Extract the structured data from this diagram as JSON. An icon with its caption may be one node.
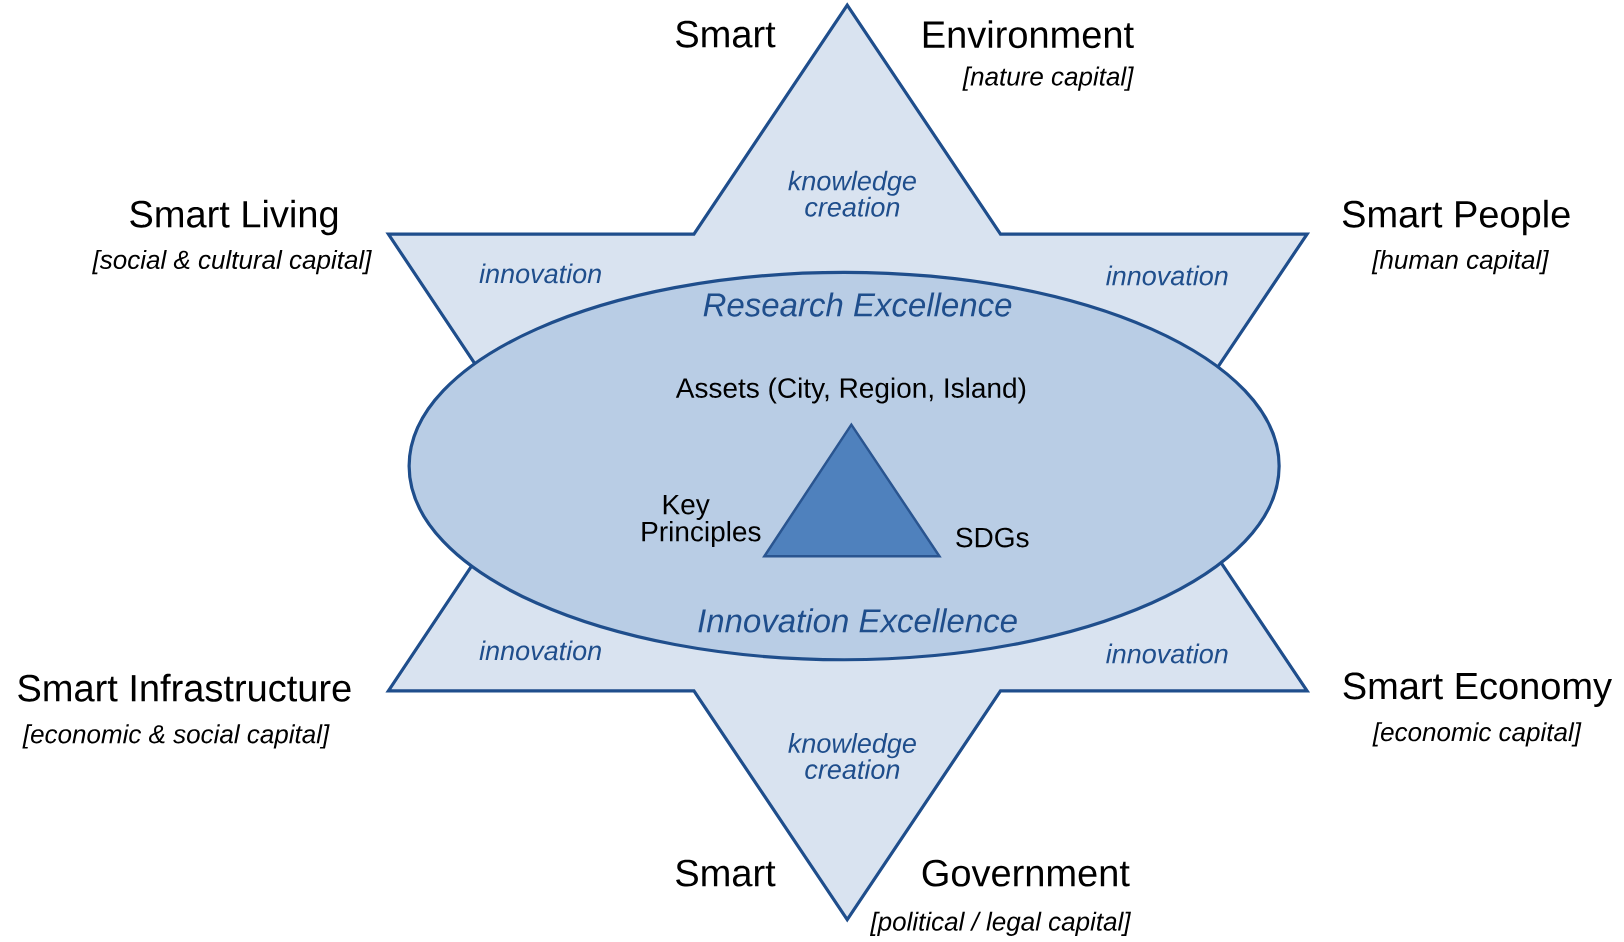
{
  "diagram": {
    "nodes": [
      {
        "text": [
          "knowledge creation",
          "innovation",
          "innovation",
          "innovation",
          "innovation",
          "knowledge creation"
        ]
      },
      {
        "text": [
          "Research Excellence",
          "Innovation Excellence"
        ],
        "in": 0
      },
      {
        "text": [],
        "shape": "triangle",
        "in": 1,
        "beside": [
          "Assets (City, Region, Island)",
          "Key Principles",
          "SDGs"
        ]
      }
    ],
    "labels": [
      "Smart",
      "Environment",
      "[nature capital]",
      "Smart Living",
      "[social & cultural capital]",
      "Smart People",
      "[human capital]",
      "Smart Infrastructure",
      "[economic & social capital]",
      "Smart Economy",
      "[economic capital]",
      "Smart",
      "Government",
      "[political / legal capital]"
    ]
  }
}
